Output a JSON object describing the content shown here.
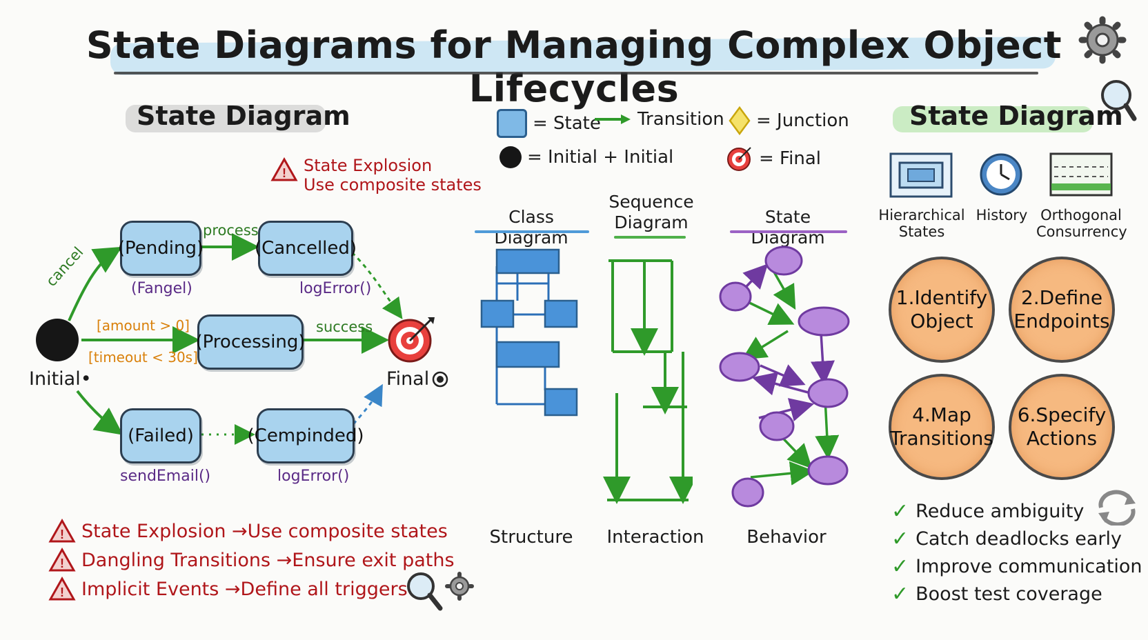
{
  "title": "State Diagrams for Managing Complex Object Lifecycles",
  "left": {
    "section_title": "State Diagram",
    "top_warning": {
      "line1": "State Explosion",
      "line2": "Use composite states"
    },
    "states": {
      "pending": "(Pending)",
      "cancelled": "(Cancelled)",
      "processing": "(Processing)",
      "failed": "(Failed)",
      "cempinded": "(Cempinded)"
    },
    "labels": {
      "cancel": "cancel",
      "process": "process",
      "success": "success",
      "guard1": "[amount > 0]",
      "guard2": "[timeout < 30s]",
      "fangel": "(Fangel)",
      "log_error_1": "logError()",
      "send_email": "sendEmail()",
      "log_error_2": "logError()",
      "initial": "Initial•",
      "final": "Final"
    },
    "warnings": [
      "State Explosion →Use composite states",
      "Dangling Transitions →Ensure exit paths",
      "Implicit Events →Define all triggers"
    ]
  },
  "legend": {
    "state": "= State",
    "transition": "Transition",
    "junction": "= Junction",
    "initial": "= Initial + Initial",
    "final": "= Final"
  },
  "middle": {
    "columns": [
      {
        "title": "Class Diagram",
        "caption": "Structure"
      },
      {
        "title": "Sequence Diagram",
        "caption": "Interaction"
      },
      {
        "title": "State Diagram",
        "caption": "Behavior"
      }
    ]
  },
  "right": {
    "section_title": "State Diagram",
    "features": [
      "Hierarchical States",
      "History",
      "Orthogonal Consurrency"
    ],
    "steps": [
      "1.Identify Object",
      "2.Define Endpoints",
      "4.Map Transitions",
      "6.Specify Actions"
    ],
    "benefits": [
      "Reduce ambiguity",
      "Catch deadlocks early",
      "Improve communication",
      "Boost test coverage"
    ]
  },
  "colors": {
    "state_fill": "#a9d3ee",
    "transition_green": "#2f9a2a",
    "warning_red": "#b0161a",
    "guard_orange": "#d9800a",
    "action_purple": "#5a2a86",
    "step_orange": "#f6b980",
    "node_purple": "#b88add"
  }
}
